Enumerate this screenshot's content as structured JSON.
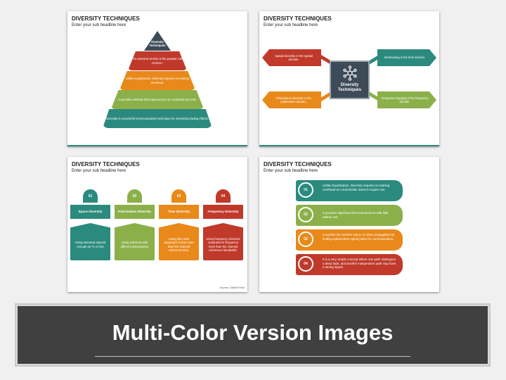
{
  "title": "DIVERSITY TECHNIQUES",
  "subtitle": "Enter your sub headline here",
  "colors": {
    "red": "#c0392b",
    "orange": "#e8891a",
    "green": "#8bb04a",
    "teal": "#2b8a7e",
    "navy": "#3d4a57"
  },
  "slide1": {
    "apex_label": "Diversity Techniques",
    "levels": [
      "The practical version is the popular rake receiver.",
      "Unlike equalization, diversity requires no training overhead.",
      "It provides wireless link improvement at a relatively low cost.",
      "Diversity is a powerful communications technique for minimizing fading effects."
    ]
  },
  "slide2": {
    "center_label": "Diversity Techniques",
    "center_icon": "network-hub-icon",
    "items": [
      "Spatial diversity in the spatial domain.",
      "Interleaving in the time domain.",
      "Polarisation diversity in the polarisation domain.",
      "Frequence hopping in the frequency domain."
    ]
  },
  "slide3": {
    "columns": [
      {
        "num": "01",
        "title": "Space Diversity",
        "text": "Using antennas spaced enough (at Tx or Rx)"
      },
      {
        "num": "02",
        "title": "Polarization Diversity",
        "text": "Using antennas with different polarizations"
      },
      {
        "num": "03",
        "title": "Time Diversity",
        "text": "Using time slots separated in time more than the channel coherence time."
      },
      {
        "num": "04",
        "title": "Frequency Diversity",
        "text": "Using frequency channels separated in frequency more than the channel coherence bandwidth."
      }
    ],
    "source": "Sources: SlideKit Point"
  },
  "slide4": {
    "items": [
      {
        "num": "01",
        "text": "Unlike Equalization, Diversity requires no training overhead as a transmitter doesn't require one."
      },
      {
        "num": "02",
        "text": "It provides significant link improvement with little added cost."
      },
      {
        "num": "03",
        "text": "It exploits the random nature of wave propagation by finding independent signal paths for communication."
      },
      {
        "num": "04",
        "text": "It is a very simple concept where one path undergoes a deep fade, and another independent path may have a strong signal."
      }
    ]
  },
  "banner": {
    "title": "Multi-Color Version Images"
  }
}
